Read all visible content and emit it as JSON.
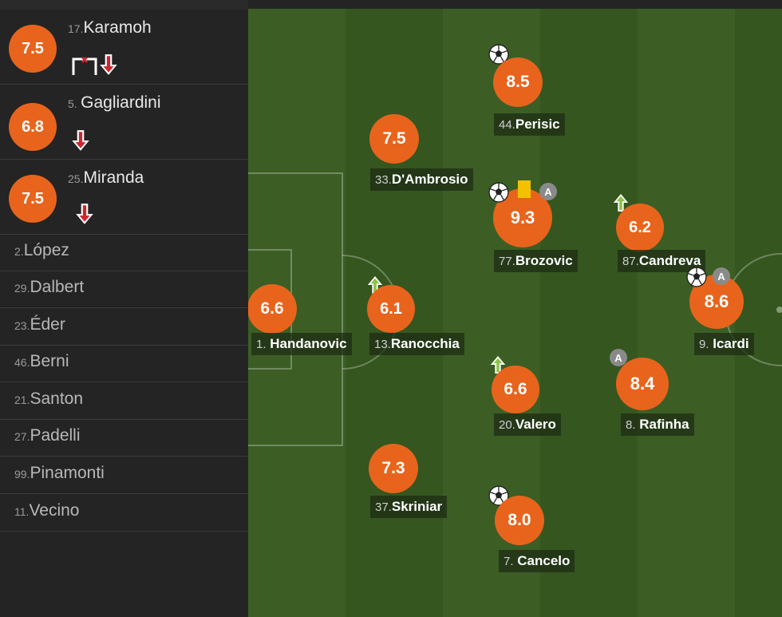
{
  "colors": {
    "rating": "#e8641c",
    "arrow_down": "#d0242e",
    "arrow_up": "#8bc34a",
    "pitch": "#3a5c24"
  },
  "substitutes": [
    {
      "number": "17.",
      "name": "Karamoh",
      "rating": "7.5",
      "icons": [
        "goal-post-icon",
        "arrow-down-icon"
      ]
    },
    {
      "number": "5.",
      "name": "Gagliardini",
      "rating": "6.8",
      "icons": [
        "arrow-down-icon"
      ]
    },
    {
      "number": "25.",
      "name": "Miranda",
      "rating": "7.5",
      "icons": [
        "arrow-down-icon"
      ]
    }
  ],
  "bench": [
    {
      "number": "2.",
      "name": "López"
    },
    {
      "number": "29.",
      "name": "Dalbert"
    },
    {
      "number": "23.",
      "name": "Éder"
    },
    {
      "number": "46.",
      "name": "Berni"
    },
    {
      "number": "21.",
      "name": "Santon"
    },
    {
      "number": "27.",
      "name": "Padelli"
    },
    {
      "number": "99.",
      "name": "Pinamonti"
    },
    {
      "number": "11.",
      "name": "Vecino"
    }
  ],
  "starters": [
    {
      "number": "1.",
      "name": "Handanovic",
      "rating": "6.6"
    },
    {
      "number": "13.",
      "name": "Ranocchia",
      "rating": "6.1",
      "icons": [
        "arrow-up-icon"
      ]
    },
    {
      "number": "33.",
      "name": "D'Ambrosio",
      "rating": "7.5"
    },
    {
      "number": "37.",
      "name": "Skriniar",
      "rating": "7.3"
    },
    {
      "number": "44.",
      "name": "Perisic",
      "rating": "8.5",
      "icons": [
        "ball-icon"
      ]
    },
    {
      "number": "77.",
      "name": "Brozovic",
      "rating": "9.3",
      "icons": [
        "ball-icon",
        "yellow-card-icon",
        "assist-icon"
      ],
      "assist_label": "A"
    },
    {
      "number": "20.",
      "name": "Valero",
      "rating": "6.6",
      "icons": [
        "arrow-up-icon"
      ]
    },
    {
      "number": "7.",
      "name": "Cancelo",
      "rating": "8.0",
      "icons": [
        "ball-icon"
      ]
    },
    {
      "number": "87.",
      "name": "Candreva",
      "rating": "6.2",
      "icons": [
        "arrow-up-icon"
      ]
    },
    {
      "number": "8.",
      "name": "Rafinha",
      "rating": "8.4",
      "icons": [
        "assist-icon"
      ],
      "assist_label": "A"
    },
    {
      "number": "9.",
      "name": "Icardi",
      "rating": "8.6",
      "icons": [
        "ball-icon",
        "assist-icon"
      ],
      "assist_label": "A"
    }
  ]
}
